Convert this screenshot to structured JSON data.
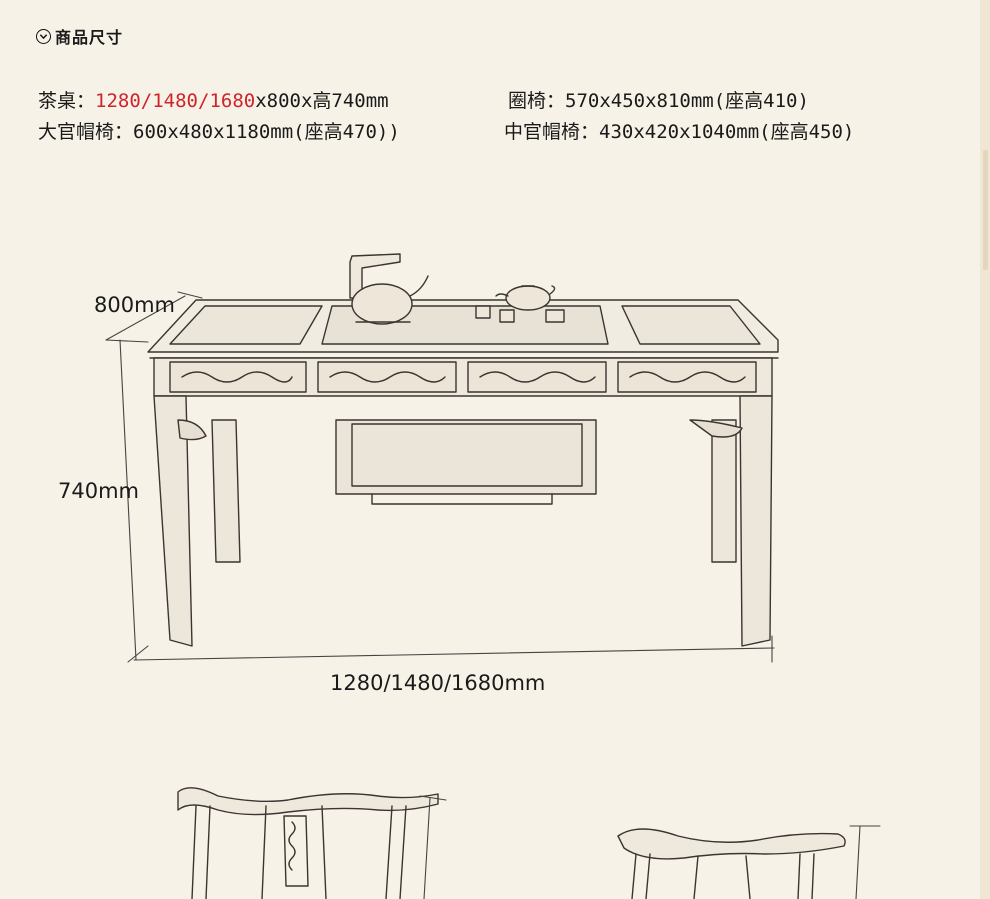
{
  "section": {
    "title": "商品尺寸",
    "icon": "chevron-down-icon"
  },
  "specs": {
    "tea_table": {
      "label": "茶桌：",
      "sizes": [
        "1280",
        "1480",
        "1680"
      ],
      "sep": "/",
      "rest": "x800x高740mm"
    },
    "round_chair": "圈椅：570x450x810mm(座高410)",
    "large_official_chair": "大官帽椅：600x480x1180mm(座高470))",
    "medium_official_chair": "中官帽椅：430x420x1040mm(座高450)"
  },
  "diagram": {
    "depth_label": "800mm",
    "height_label": "740mm",
    "length_label": "1280/1480/1680mm"
  },
  "colors": {
    "background": "#f7f2e7",
    "accent": "#d0242b",
    "ink": "#1a1a1a"
  }
}
